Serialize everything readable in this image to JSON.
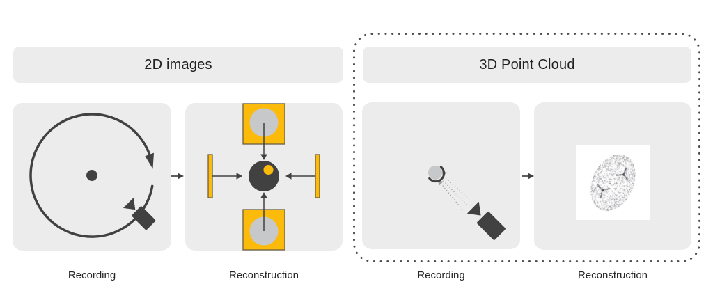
{
  "sections": [
    {
      "title": "2D images",
      "panels": [
        {
          "label": "Recording"
        },
        {
          "label": "Reconstruction"
        }
      ]
    },
    {
      "title": "3D Point Cloud",
      "panels": [
        {
          "label": "Recording"
        },
        {
          "label": "Reconstruction"
        }
      ]
    }
  ],
  "icons": {
    "camera": "video-camera-icon",
    "rotation": "circular-arrow-icon",
    "flow": "right-arrow-icon",
    "object": "sphere-icon",
    "sensor": "yellow-sensor-plate",
    "pointcloud": "scatter-point-cloud"
  },
  "colors": {
    "accent-yellow": "#fcba0b",
    "yellow-border": "#6a6045",
    "dark": "#414141",
    "panel-bg": "#ececec",
    "gray-circle": "#c7c8ca",
    "dot-border": "#4d4d4d",
    "muted-gray": "#a3a3a3",
    "text": "#262626",
    "white": "#ffffff"
  }
}
